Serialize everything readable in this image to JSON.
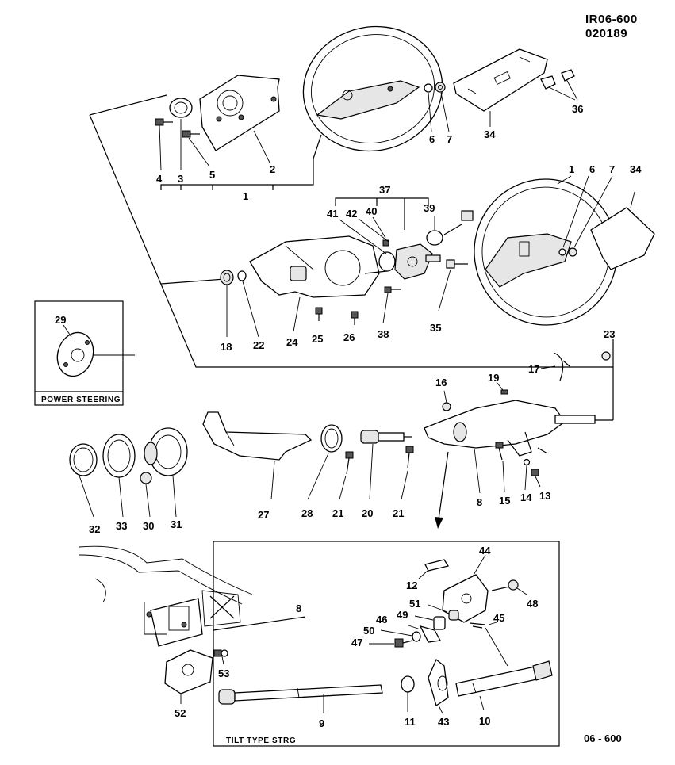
{
  "header": {
    "code_line1": "IR06-600",
    "code_line2": "020189"
  },
  "footer": {
    "page_code": "06 - 600"
  },
  "boxes": {
    "power_steering_label": "POWER STEERING",
    "tilt_label": "TILT TYPE STRG"
  },
  "callouts": {
    "c1a": "1",
    "c2": "2",
    "c3": "3",
    "c4": "4",
    "c5": "5",
    "c6a": "6",
    "c7a": "7",
    "c34a": "34",
    "c36": "36",
    "c1b": "1",
    "c6b": "6",
    "c7b": "7",
    "c34b": "34",
    "c37": "37",
    "c39": "39",
    "c40": "40",
    "c41": "41",
    "c42": "42",
    "c18": "18",
    "c22": "22",
    "c24": "24",
    "c25": "25",
    "c26": "26",
    "c38": "38",
    "c35": "35",
    "c23": "23",
    "c29": "29",
    "c16": "16",
    "c17": "17",
    "c19": "19",
    "c32": "32",
    "c33": "33",
    "c30": "30",
    "c31": "31",
    "c27": "27",
    "c28": "28",
    "c21a": "21",
    "c20": "20",
    "c21b": "21",
    "c8a": "8",
    "c15": "15",
    "c14": "14",
    "c13": "13",
    "c8b": "8",
    "c53": "53",
    "c52": "52",
    "c44": "44",
    "c12": "12",
    "c48": "48",
    "c51": "51",
    "c49": "49",
    "c46": "46",
    "c45": "45",
    "c50": "50",
    "c47": "47",
    "c9": "9",
    "c11": "11",
    "c43": "43",
    "c10": "10"
  }
}
